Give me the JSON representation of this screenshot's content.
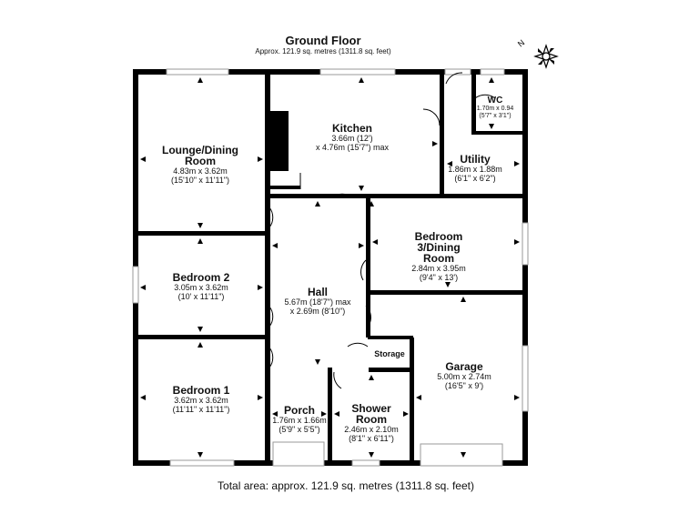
{
  "header": {
    "title": "Ground Floor",
    "subtitle": "Approx. 121.9 sq. metres (1311.8 sq. feet)"
  },
  "compass": {
    "label": "N"
  },
  "rooms": {
    "lounge": {
      "name": "Lounge/Dining\nRoom",
      "dims_m": "4.83m x 3.62m",
      "dims_ft": "(15'10\" x 11'11\")"
    },
    "kitchen": {
      "name": "Kitchen",
      "dims_m": "3.66m (12')",
      "dims_ft": "x 4.76m (15'7\") max"
    },
    "wc": {
      "name": "WC",
      "dims_m": "1.70m x 0.94",
      "dims_ft": "(5'7\" x 3'1\")"
    },
    "utility": {
      "name": "Utility",
      "dims_m": "1.86m x 1.88m",
      "dims_ft": "(6'1\" x 6'2\")"
    },
    "bedroom3": {
      "name": "Bedroom\n3/Dining\nRoom",
      "dims_m": "2.84m x 3.95m",
      "dims_ft": "(9'4\" x 13')"
    },
    "bedroom2": {
      "name": "Bedroom 2",
      "dims_m": "3.05m x 3.62m",
      "dims_ft": "(10' x 11'11\")"
    },
    "hall": {
      "name": "Hall",
      "dims_m": "5.67m (18'7\") max",
      "dims_ft": "x 2.69m (8'10\")"
    },
    "bedroom1": {
      "name": "Bedroom 1",
      "dims_m": "3.62m x 3.62m",
      "dims_ft": "(11'11\" x 11'11\")"
    },
    "porch": {
      "name": "Porch",
      "dims_m": "1.76m x 1.66m",
      "dims_ft": "(5'9\" x 5'5\")"
    },
    "shower": {
      "name": "Shower\nRoom",
      "dims_m": "2.46m x 2.10m",
      "dims_ft": "(8'1\" x 6'11\")"
    },
    "storage": {
      "name": "Storage"
    },
    "garage": {
      "name": "Garage",
      "dims_m": "5.00m x 2.74m",
      "dims_ft": "(16'5\" x 9')"
    }
  },
  "footer": {
    "total": "Total area: approx. 121.9 sq. metres (1311.8 sq. feet)"
  },
  "colors": {
    "wall": "#000000",
    "window": "#9a9a9a",
    "background": "#ffffff"
  }
}
